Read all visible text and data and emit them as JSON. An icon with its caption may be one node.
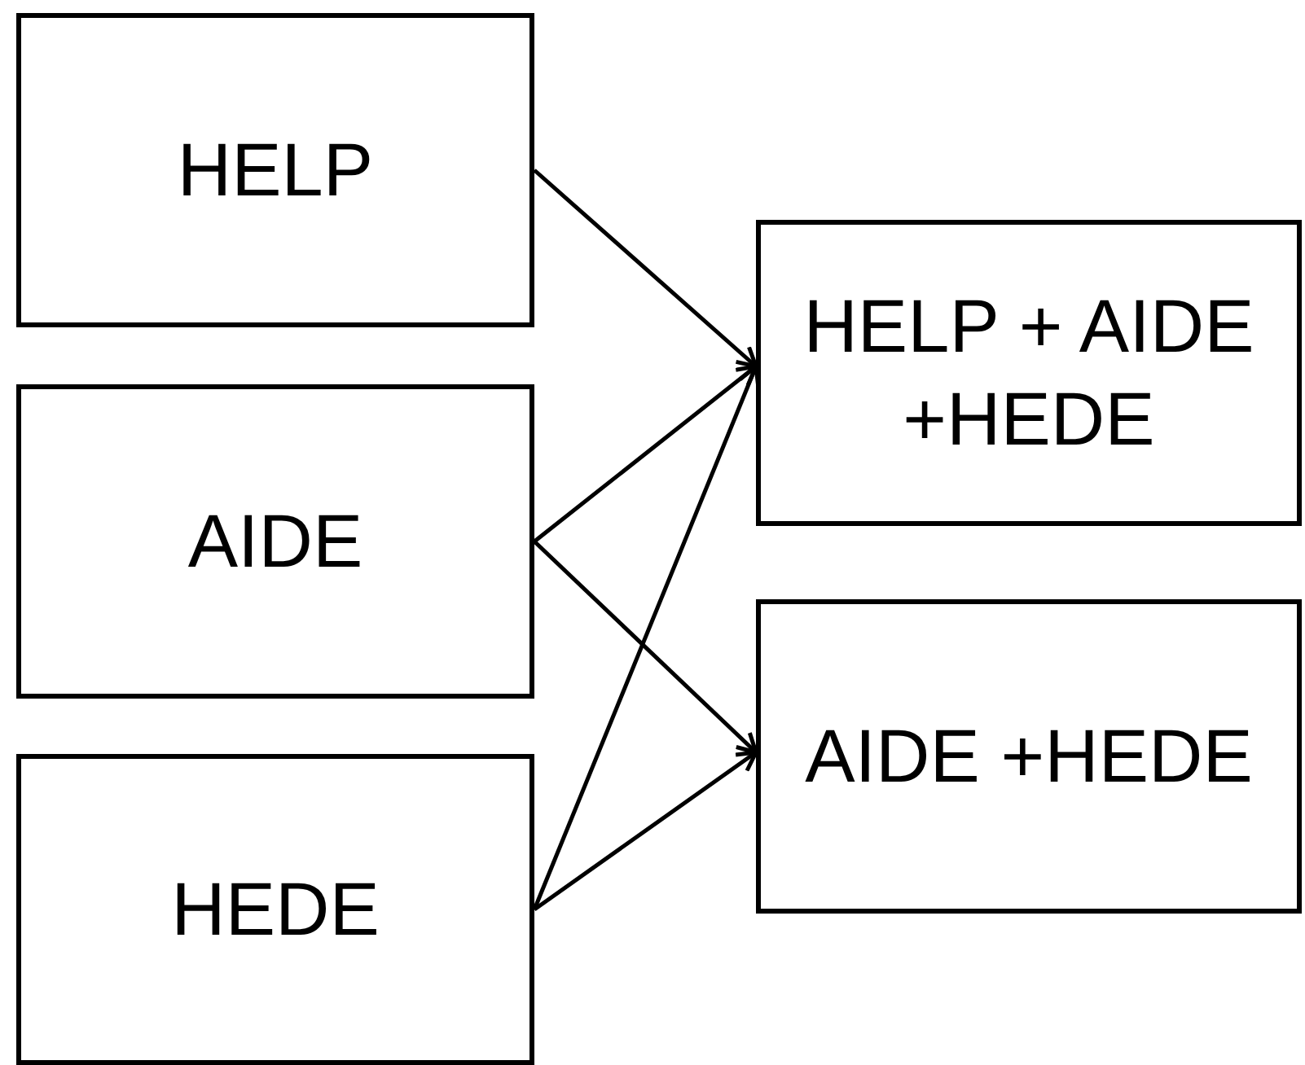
{
  "diagram": {
    "nodes": [
      {
        "text": [
          "HELP"
        ]
      },
      {
        "text": [
          "AIDE"
        ]
      },
      {
        "text": [
          "HEDE"
        ]
      },
      {
        "text": [
          "HELP + AIDE +HEDE"
        ]
      },
      {
        "text": [
          "AIDE +HEDE"
        ]
      }
    ],
    "edges": [
      {
        "from": 0,
        "to": 3,
        "arrow": "to"
      },
      {
        "from": 1,
        "to": 3,
        "arrow": "to"
      },
      {
        "from": 1,
        "to": 4,
        "arrow": "to"
      },
      {
        "from": 2,
        "to": 3,
        "arrow": "to"
      },
      {
        "from": 2,
        "to": 4,
        "arrow": "to"
      }
    ]
  }
}
